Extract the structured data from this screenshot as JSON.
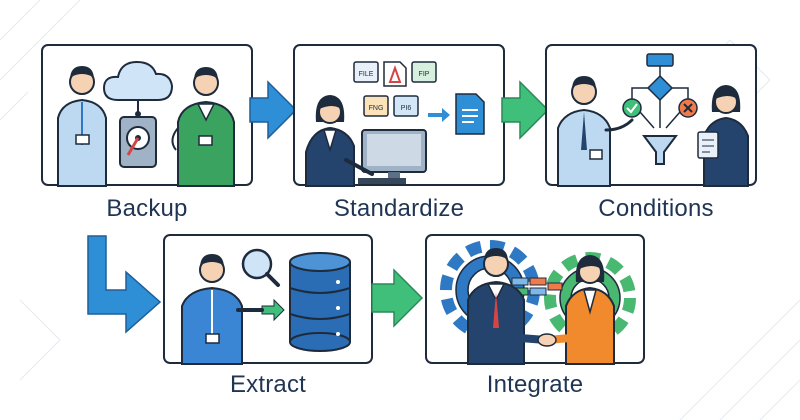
{
  "steps": [
    {
      "label": "Backup"
    },
    {
      "label": "Standardize"
    },
    {
      "label": "Conditions"
    },
    {
      "label": "Extract"
    },
    {
      "label": "Integrate"
    }
  ],
  "file_badges": [
    "FILE",
    "FIP",
    "FNG",
    "PI6"
  ],
  "colors": {
    "border": "#1e2b3c",
    "blue_arrow": "#2f8fd6",
    "green_arrow": "#3fbf7a",
    "shirt_blue": "#bcd9f1",
    "suit_navy": "#24446e",
    "gear_blue": "#2f79c4",
    "gear_green": "#49b870",
    "database": "#2a6db5"
  },
  "icons": [
    "cloud-icon",
    "hard-drive-icon",
    "document-icon",
    "flowchart-icon",
    "check-icon",
    "cross-icon",
    "funnel-icon",
    "magnifier-icon",
    "database-icon",
    "gear-icon",
    "handshake-icon",
    "clipboard-icon"
  ]
}
